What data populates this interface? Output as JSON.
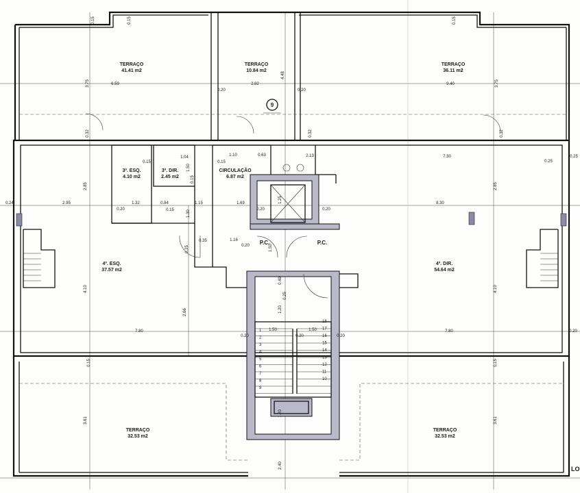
{
  "rooms": {
    "terraco_nw": {
      "name": "TERRAÇO",
      "area": "41.41 m2"
    },
    "terraco_n": {
      "name": "TERRAÇO",
      "area": "10.84 m2"
    },
    "terraco_ne": {
      "name": "TERRAÇO",
      "area": "36.11 m2"
    },
    "esq3": {
      "name": "3º. ESQ.",
      "area": "4.10 m2"
    },
    "dir3": {
      "name": "3º. DIR.",
      "area": "2.45 m2"
    },
    "circulacao": {
      "name": "CIRCULAÇÃO",
      "area": "6.87 m2"
    },
    "esq4": {
      "name": "4º. ESQ.",
      "area": "37.57 m2"
    },
    "dir4": {
      "name": "4º. DIR.",
      "area": "54.64 m2"
    },
    "terraco_sw": {
      "name": "TERRAÇO",
      "area": "32.53 m2"
    },
    "terraco_se": {
      "name": "TERRAÇO",
      "area": "32.53 m2"
    }
  },
  "markers": {
    "section": "9",
    "pc_left": "P.C.",
    "pc_right": "P.C.",
    "corner_label": "LO"
  },
  "dims": {
    "d_015_top": "0.15",
    "d_015_top2": "0.15",
    "d_015_top3": "0.15",
    "d_659": "6.59",
    "d_282": "2.82",
    "d_940": "9.40",
    "d_375_l": "3.75",
    "d_448": "4.48",
    "d_375_r": "3.75",
    "d_020_a": "0.20",
    "d_020_b": "0.20",
    "d_032_l": "0.32",
    "d_032_m": "0.32",
    "d_032_r": "0.32",
    "d_015_a": "0.15",
    "d_104": "1.04",
    "d_015_b": "0.15",
    "d_110": "1.10",
    "d_063": "0.63",
    "d_113": "2.13",
    "d_730": "7.30",
    "d_025_r": "0.25",
    "d_025_r2": "0.25",
    "d_285_l": "2.85",
    "d_285_r": "2.85",
    "d_024": "0.24",
    "d_295": "2.95",
    "d_020_c": "0.20",
    "d_132": "1.32",
    "d_084": "0.84",
    "d_115": "1.15",
    "d_169": "1.69",
    "d_020_d": "0.20",
    "d_020_e": "0.20",
    "d_830": "8.30",
    "d_015_c": "0.15",
    "d_150": "1.50",
    "d_130": "1.30",
    "d_035": "0.35",
    "d_116": "1.16",
    "d_020_f": "0.20",
    "d_125": "1.25",
    "d_150_b": "1.50",
    "d_410_l": "4.10",
    "d_410_r": "4.10",
    "d_266": "2.66",
    "d_040": "0.40",
    "d_120": "1.20",
    "d_015_d": "0.15",
    "d_780_l": "7.80",
    "d_780_r": "7.80",
    "d_020_g": "0.20",
    "d_150_c": "1.50",
    "d_020_h": "0.20",
    "d_150_d": "1.50",
    "d_020_i": "0.20",
    "d_320": "0.20",
    "d_025_l": "0.25",
    "d_025_l2": "0.25",
    "d_361_l": "3.61",
    "d_361_r": "3.61",
    "d_120_b": "1.20",
    "d_240": "2.40",
    "d_015_e": "0.15",
    "d_015_f": "0.15"
  },
  "stairs": {
    "left": [
      "1",
      "2",
      "3",
      "4",
      "5",
      "6",
      "7",
      "8",
      "9"
    ],
    "right": [
      "18",
      "17",
      "16",
      "15",
      "14",
      "13",
      "12",
      "11",
      "10"
    ]
  },
  "colors": {
    "line": "#111111",
    "core_fill": "#b9b9c9",
    "pillar_fill": "#8a8aa6",
    "paper": "#fdfdfb"
  }
}
